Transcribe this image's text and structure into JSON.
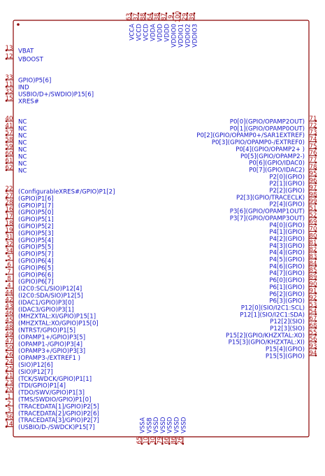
{
  "colors": {
    "body_outline": "#8b0000",
    "pin_line": "#8b0000",
    "pin_number": "#aa1111",
    "pin_name": "#1616c8",
    "body_fill": "#ffffff"
  },
  "pins_left": [
    {
      "num": "13",
      "name": "VBAT"
    },
    {
      "num": "12",
      "name": "VBOOST"
    },
    {
      "num": "33",
      "name": "GPIO)P5[6]"
    },
    {
      "num": "11",
      "name": "IND"
    },
    {
      "num": "35",
      "name": "USBIO/D+/SWDIO)P15[6]"
    },
    {
      "num": "15",
      "name": "XRES#"
    },
    {
      "num": "40",
      "name": "NC"
    },
    {
      "num": "41",
      "name": "NC"
    },
    {
      "num": "57",
      "name": "NC"
    },
    {
      "num": "58",
      "name": "NC"
    },
    {
      "num": "59",
      "name": "NC"
    },
    {
      "num": "60",
      "name": "NC"
    },
    {
      "num": "61",
      "name": "NC"
    },
    {
      "num": "62",
      "name": "NC"
    },
    {
      "num": "22",
      "name": "(ConfigurableXRES#/GPIO)P1[2]"
    },
    {
      "num": "27",
      "name": "(GPIO)P1[6]"
    },
    {
      "num": "28",
      "name": "(GPIO)P1[7]"
    },
    {
      "num": "16",
      "name": "(GPIO)P5[0]"
    },
    {
      "num": "17",
      "name": "(GPIO)P5[1]"
    },
    {
      "num": "18",
      "name": "(GPIO)P5[2]"
    },
    {
      "num": "19",
      "name": "(GPIO)P5[3]"
    },
    {
      "num": "31",
      "name": "(GPIO)P5[4]"
    },
    {
      "num": "32",
      "name": "(GPIO)P5[5]"
    },
    {
      "num": "34",
      "name": "(GPIO)P5[7]"
    },
    {
      "num": "5",
      "name": "(GPIO)P6[4]"
    },
    {
      "num": "6",
      "name": "(GPIO)P6[5]"
    },
    {
      "num": "7",
      "name": "(GPIO)P6[6]"
    },
    {
      "num": "8",
      "name": "(GPIO)P6[7]"
    },
    {
      "num": "4",
      "name": "(I2C0:SCL/SIO)P12[4]"
    },
    {
      "num": "44",
      "name": "(I2C0:SDA/SIO)P12[5]"
    },
    {
      "num": "42",
      "name": "(IDAC1/GPIO)P3[0]"
    },
    {
      "num": "43",
      "name": "(IDAC3/GPIO)P3[1]"
    },
    {
      "num": "46",
      "name": "(MHZXTAL:XI/GPIO)P15[1]"
    },
    {
      "num": "45",
      "name": "(MHZXTAL:XO/GPIO)P15[0]"
    },
    {
      "num": "48",
      "name": "(NTRST/GPIO)P1[5]"
    },
    {
      "num": "49",
      "name": "(OPAMP1+/GPIO)P3[5]"
    },
    {
      "num": "47",
      "name": "(OPAMP1-/GPIO)P3[4]"
    },
    {
      "num": "50",
      "name": "(OPAMP3+/GPIO)P3[3]"
    },
    {
      "num": "26",
      "name": "(OPAMP3-/EXTREF1 )"
    },
    {
      "num": "24",
      "name": "(SIO)P12[6]"
    },
    {
      "num": "25",
      "name": "(SIO)P12[7]"
    },
    {
      "num": "21",
      "name": "(TCK/SWDCK/GPIO)P1[1]"
    },
    {
      "num": "23",
      "name": "(TDI/GPIO)P1[4]"
    },
    {
      "num": "20",
      "name": "(TDO/SWV/GPIO)P1[3]"
    },
    {
      "num": "1",
      "name": "(TMS/SWDIO/GPIO)P1[0]"
    },
    {
      "num": "2",
      "name": "(TRACEDATA[1]/GPIO)P2[5]"
    },
    {
      "num": "3",
      "name": "(TRACEDATA[2]/GPIO)P2[6]"
    },
    {
      "num": "36",
      "name": "(TRACEDATA[3]/GPIO)P2[7]"
    },
    {
      "num": "14",
      "name": "(USBIO/D-/SWDCK)P15[7]"
    }
  ],
  "pins_right": [
    {
      "num": "71",
      "name": "P0[0](GPIO/OPAMP2OUT)"
    },
    {
      "num": "72",
      "name": "P0[1](GPIO/OPAMP0OUT)"
    },
    {
      "num": "73",
      "name": "P0[2](GPIO/OPAMP0+/SAR1EXTREF)"
    },
    {
      "num": "74",
      "name": "P0[3](GPIO/OPAMP0-/EXTREF0)"
    },
    {
      "num": "75",
      "name": "P0[4](GPIO/OPAMP2+ )"
    },
    {
      "num": "76",
      "name": "P0[5](GPIO/OPAMP2-)"
    },
    {
      "num": "77",
      "name": "P0[6](GPIO/IDAC0)"
    },
    {
      "num": "78",
      "name": "P0[7](GPIO/IDAC2)"
    },
    {
      "num": "95",
      "name": "P2[0](GPIO)"
    },
    {
      "num": "96",
      "name": "P2[1](GPIO)"
    },
    {
      "num": "97",
      "name": "P2[2](GPIO)"
    },
    {
      "num": "98",
      "name": "P2[3](GPIO/TRACECLK)"
    },
    {
      "num": "99",
      "name": "P2[4](GPIO)"
    },
    {
      "num": "51",
      "name": "P3[6](GPIO/OPAMP1OUT)"
    },
    {
      "num": "52",
      "name": "P3[7](GPIO/OPAMP3OUT)"
    },
    {
      "num": "69",
      "name": "P4[0](GPIO)"
    },
    {
      "num": "70",
      "name": "P4[1](GPIO)"
    },
    {
      "num": "80",
      "name": "P4[2](GPIO)"
    },
    {
      "num": "81",
      "name": "P4[3](GPIO)"
    },
    {
      "num": "82",
      "name": "P4[4](GPIO)"
    },
    {
      "num": "83",
      "name": "P4[5](GPIO)"
    },
    {
      "num": "84",
      "name": "P4[6](GPIO)"
    },
    {
      "num": "85",
      "name": "P4[7](GPIO)"
    },
    {
      "num": "89",
      "name": "P6[0](GPIO)"
    },
    {
      "num": "90",
      "name": "P6[1](GPIO)"
    },
    {
      "num": "91",
      "name": "P6[2](GPIO)"
    },
    {
      "num": "92",
      "name": "P6[3](GPIO)"
    },
    {
      "num": "53",
      "name": "P12[0](SIO/I2C1:SCL)"
    },
    {
      "num": "54",
      "name": "P12[1](SIO/I2C1:SDA)"
    },
    {
      "num": "67",
      "name": "P12[2](SIO)"
    },
    {
      "num": "68",
      "name": "P12[3](SIO)"
    },
    {
      "num": "55",
      "name": "P15[2](GPIO/KHZXTAL:XO)"
    },
    {
      "num": "56",
      "name": "P15[3](GPIO/KHZXTAL:XI)"
    },
    {
      "num": "93",
      "name": "P15[4](GPIO)"
    },
    {
      "num": "94",
      "name": "P15[5](GPIO)"
    }
  ],
  "pins_top": [
    {
      "num": "63",
      "name": "VCCA"
    },
    {
      "num": "37",
      "name": "VCCD"
    },
    {
      "num": "88",
      "name": "VCCD"
    },
    {
      "num": "64",
      "name": "VDDA"
    },
    {
      "num": "38",
      "name": "VDDD"
    },
    {
      "num": "87",
      "name": "VDDD"
    },
    {
      "num": "9",
      "name": "VDDIO0"
    },
    {
      "num": "100",
      "name": "VDDIO1"
    },
    {
      "num": "29",
      "name": "VDDIO2"
    },
    {
      "num": "39",
      "name": "VDDIO3"
    }
  ],
  "pins_bottom": [
    {
      "num": "65",
      "name": "VSSA"
    },
    {
      "num": "10",
      "name": "VSSB"
    },
    {
      "num": "30",
      "name": "VSSD"
    },
    {
      "num": "79",
      "name": "VSSD"
    },
    {
      "num": "66",
      "name": "VSSD"
    },
    {
      "num": "86",
      "name": "VSSD"
    },
    {
      "num": "26",
      "name": "VSSD"
    }
  ]
}
